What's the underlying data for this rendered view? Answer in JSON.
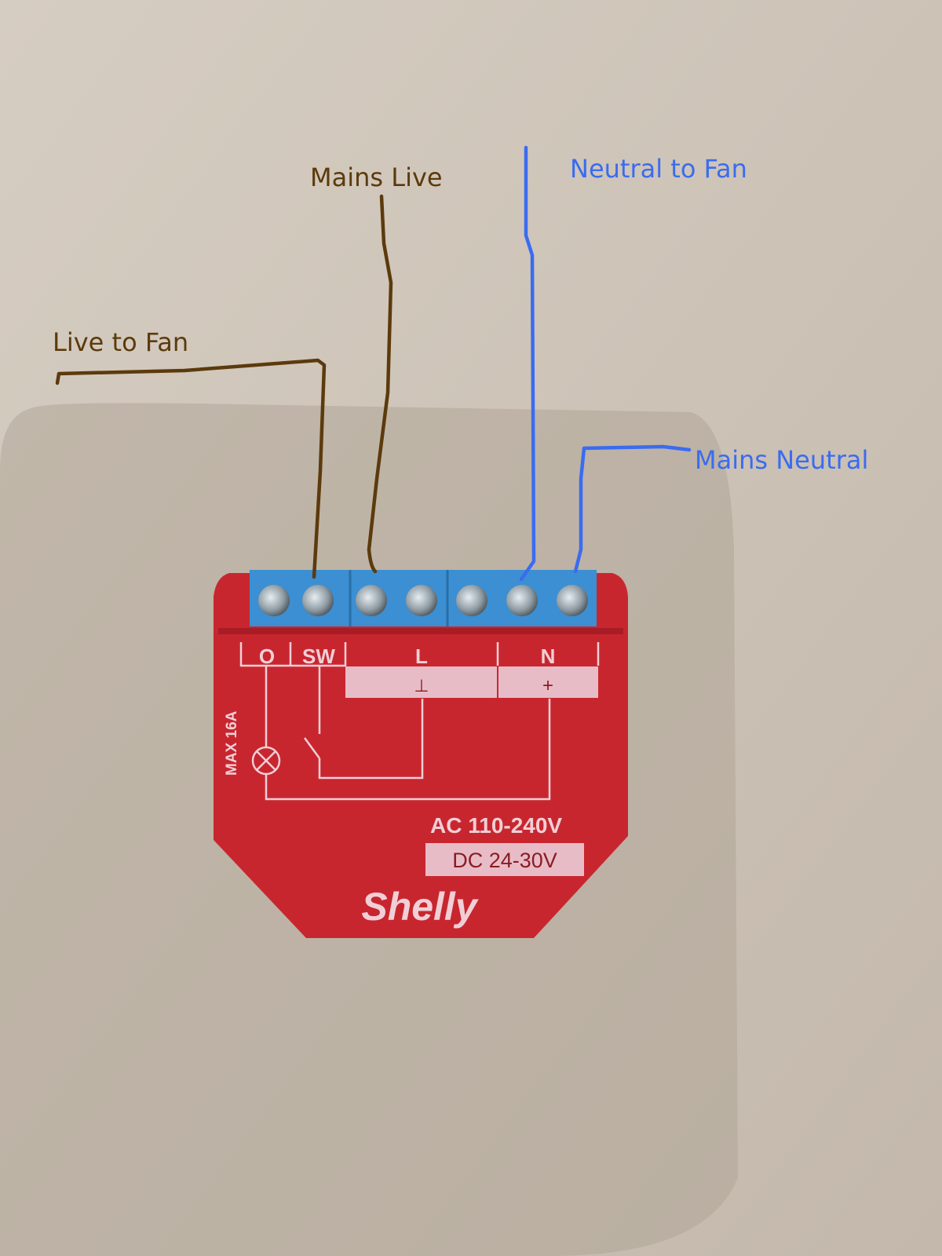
{
  "annotations": {
    "live_to_fan": "Live to Fan",
    "mains_live": "Mains Live",
    "neutral_to_fan": "Neutral to Fan",
    "mains_neutral": "Mains Neutral"
  },
  "device": {
    "brand": "Shelly",
    "terminals": {
      "o": "O",
      "sw": "SW",
      "l": "L",
      "n": "N"
    },
    "dc_ground_symbol": "⊥",
    "dc_plus_symbol": "+",
    "max_current": "MAX 16A",
    "ac_rating": "AC 110-240V",
    "dc_rating": "DC 24-30V"
  },
  "colors": {
    "live_wire": "#5c3a0c",
    "neutral_wire": "#3a6cf0",
    "device_body": "#c8262f",
    "terminal_block": "#3b8fd2",
    "background": "#cbc1b5"
  }
}
